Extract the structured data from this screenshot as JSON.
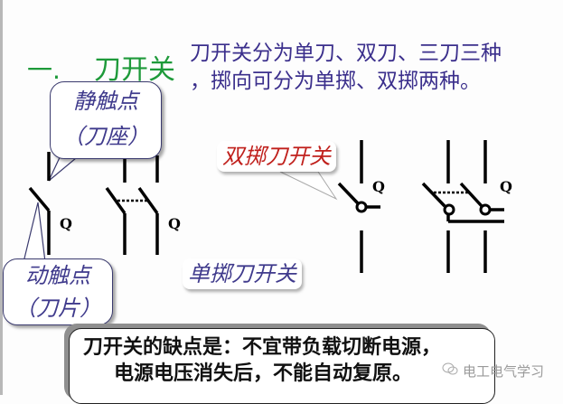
{
  "heading": {
    "number": "一.",
    "title": "刀开关",
    "description_lines": [
      "刀开关分为单刀、双刀、三刀三种",
      "，掷向可分为单掷、双掷两种。"
    ]
  },
  "callouts": {
    "static_contact": {
      "line1": "静触点",
      "line2": "（刀座）"
    },
    "moving_contact": {
      "line1": "动触点",
      "line2": "（刀片）"
    }
  },
  "tags": {
    "double_throw": "双掷刀开关",
    "single_throw": "单掷刀开关"
  },
  "switch_labels": {
    "single_pole_single_throw": "Q",
    "double_pole_single_throw": "Q",
    "single_pole_double_throw": "Q",
    "double_pole_double_throw": "Q"
  },
  "note": {
    "line1": "刀开关的缺点是：不宜带负载切断电源，",
    "line2": "电源电压消失后，不能自动复原。"
  },
  "watermark": {
    "text": "电工电气学习",
    "icon": "wechat-icon"
  },
  "colors": {
    "heading_green": "#1e9a3a",
    "text_blue": "#3b2f8c",
    "tag_red": "#c0201c"
  }
}
